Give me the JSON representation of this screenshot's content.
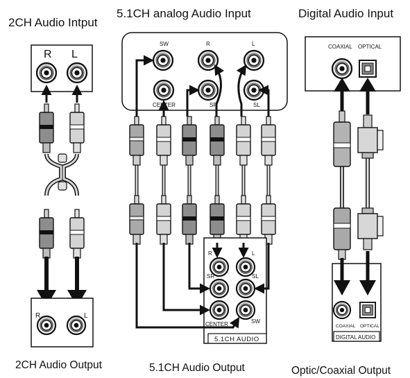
{
  "sections": {
    "stereo": {
      "title": "2CH Audio Intput",
      "caption": "2CH Audio Output",
      "input_labels": [
        "R",
        "L"
      ],
      "output_labels": [
        "R",
        "L"
      ]
    },
    "surround": {
      "title": "5.1CH analog  Audio  Input",
      "caption": "5.1CH Audio Output",
      "input_labels": [
        "SW",
        "R",
        "L",
        "CENTER",
        "SR",
        "SL"
      ],
      "output_labels": [
        "R",
        "L",
        "SR",
        "SL",
        "CENTER",
        "SW"
      ],
      "output_box_label": "5.1CH AUDIO"
    },
    "digital": {
      "title": "Digital  Audio Input",
      "caption": "Optic/Coaxial Output",
      "input_labels": [
        "COAXIAL",
        "OPTICAL"
      ],
      "output_labels": [
        "COAXIAL",
        "OPTICAL"
      ],
      "output_box_label": "DIGITAL AUDIO"
    }
  }
}
